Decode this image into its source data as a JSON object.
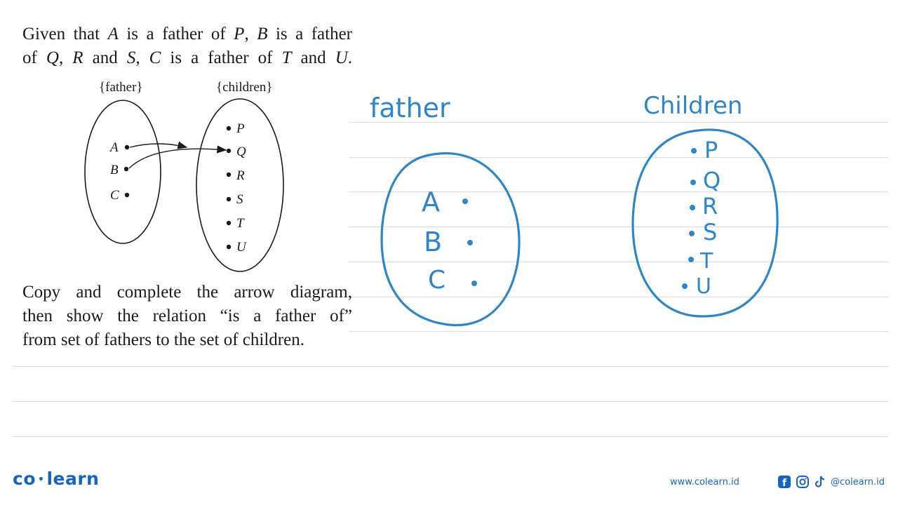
{
  "question": {
    "intro_line1_parts": [
      "Given that ",
      "A",
      " is a father of ",
      "P",
      ", ",
      "B",
      " is a father"
    ],
    "intro_line2_parts": [
      "of ",
      "Q",
      ", ",
      "R",
      " and ",
      "S",
      ", ",
      "C",
      " is a father of ",
      "T",
      " and ",
      "U",
      "."
    ],
    "instruction_line1": "Copy and complete the arrow diagram,",
    "instruction_line2": "then show the relation “is a father of”",
    "instruction_line3": "from set of fathers to the set of children."
  },
  "printed_diagram": {
    "father_set_label": "{father}",
    "children_set_label": "{children}",
    "fathers": [
      "A",
      "B",
      "C"
    ],
    "children": [
      "P",
      "Q",
      "R",
      "S",
      "T",
      "U"
    ]
  },
  "handwritten": {
    "father_heading": "father",
    "children_heading": "Children",
    "fathers": [
      "A",
      "B",
      "C"
    ],
    "children": [
      "P",
      "Q",
      "R",
      "S",
      "T",
      "U"
    ],
    "ink_color": "#2e86c9"
  },
  "footer": {
    "logo_left": "co",
    "logo_right": "learn",
    "website": "www.colearn.id",
    "handle": "@colearn.id",
    "brand_color": "#1565c0"
  }
}
